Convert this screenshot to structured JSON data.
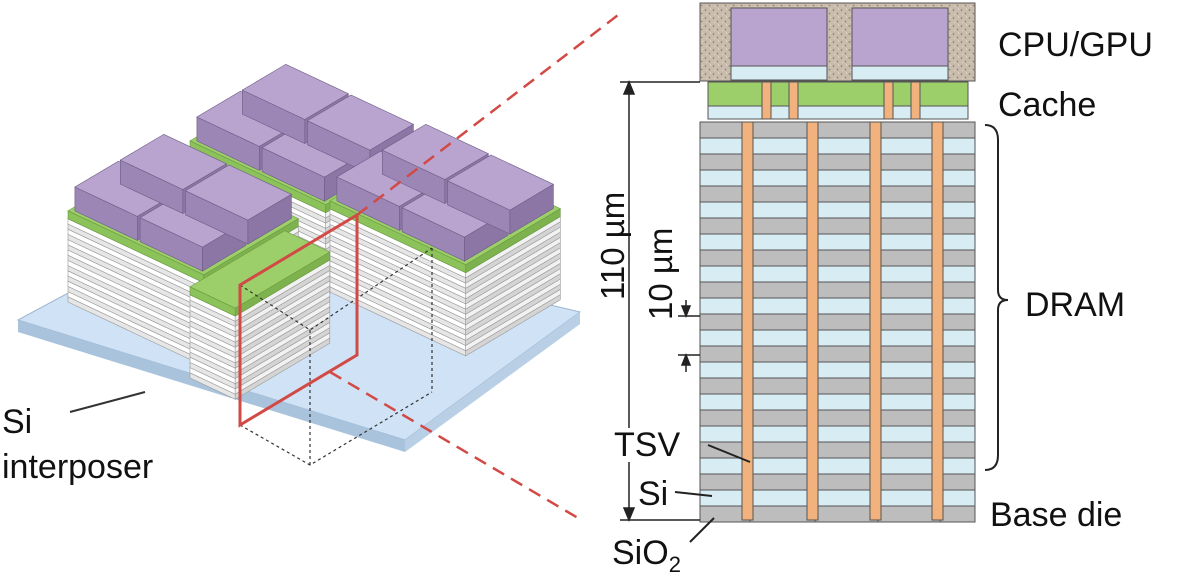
{
  "labels": {
    "cpu_gpu": "CPU/GPU",
    "cache": "Cache",
    "dram": "DRAM",
    "base_die": "Base die",
    "tsv": "TSV",
    "si": "Si",
    "sio2_main": "SiO",
    "sio2_sub": "2",
    "si_interposer_line1": "Si",
    "si_interposer_line2": "interposer",
    "dim_110": "110 µm",
    "dim_10": "10 µm"
  },
  "colors": {
    "compute_die": "#b9a3cf",
    "cache_layer": "#9ccf6a",
    "dram_gray": "#bdbdbd",
    "dram_blue": "#d8ecf3",
    "tsv": "#f2b27d",
    "interposer": "#cfe2f6",
    "highlight_box": "#d24a45",
    "mold_compound": "#b8aa98"
  }
}
